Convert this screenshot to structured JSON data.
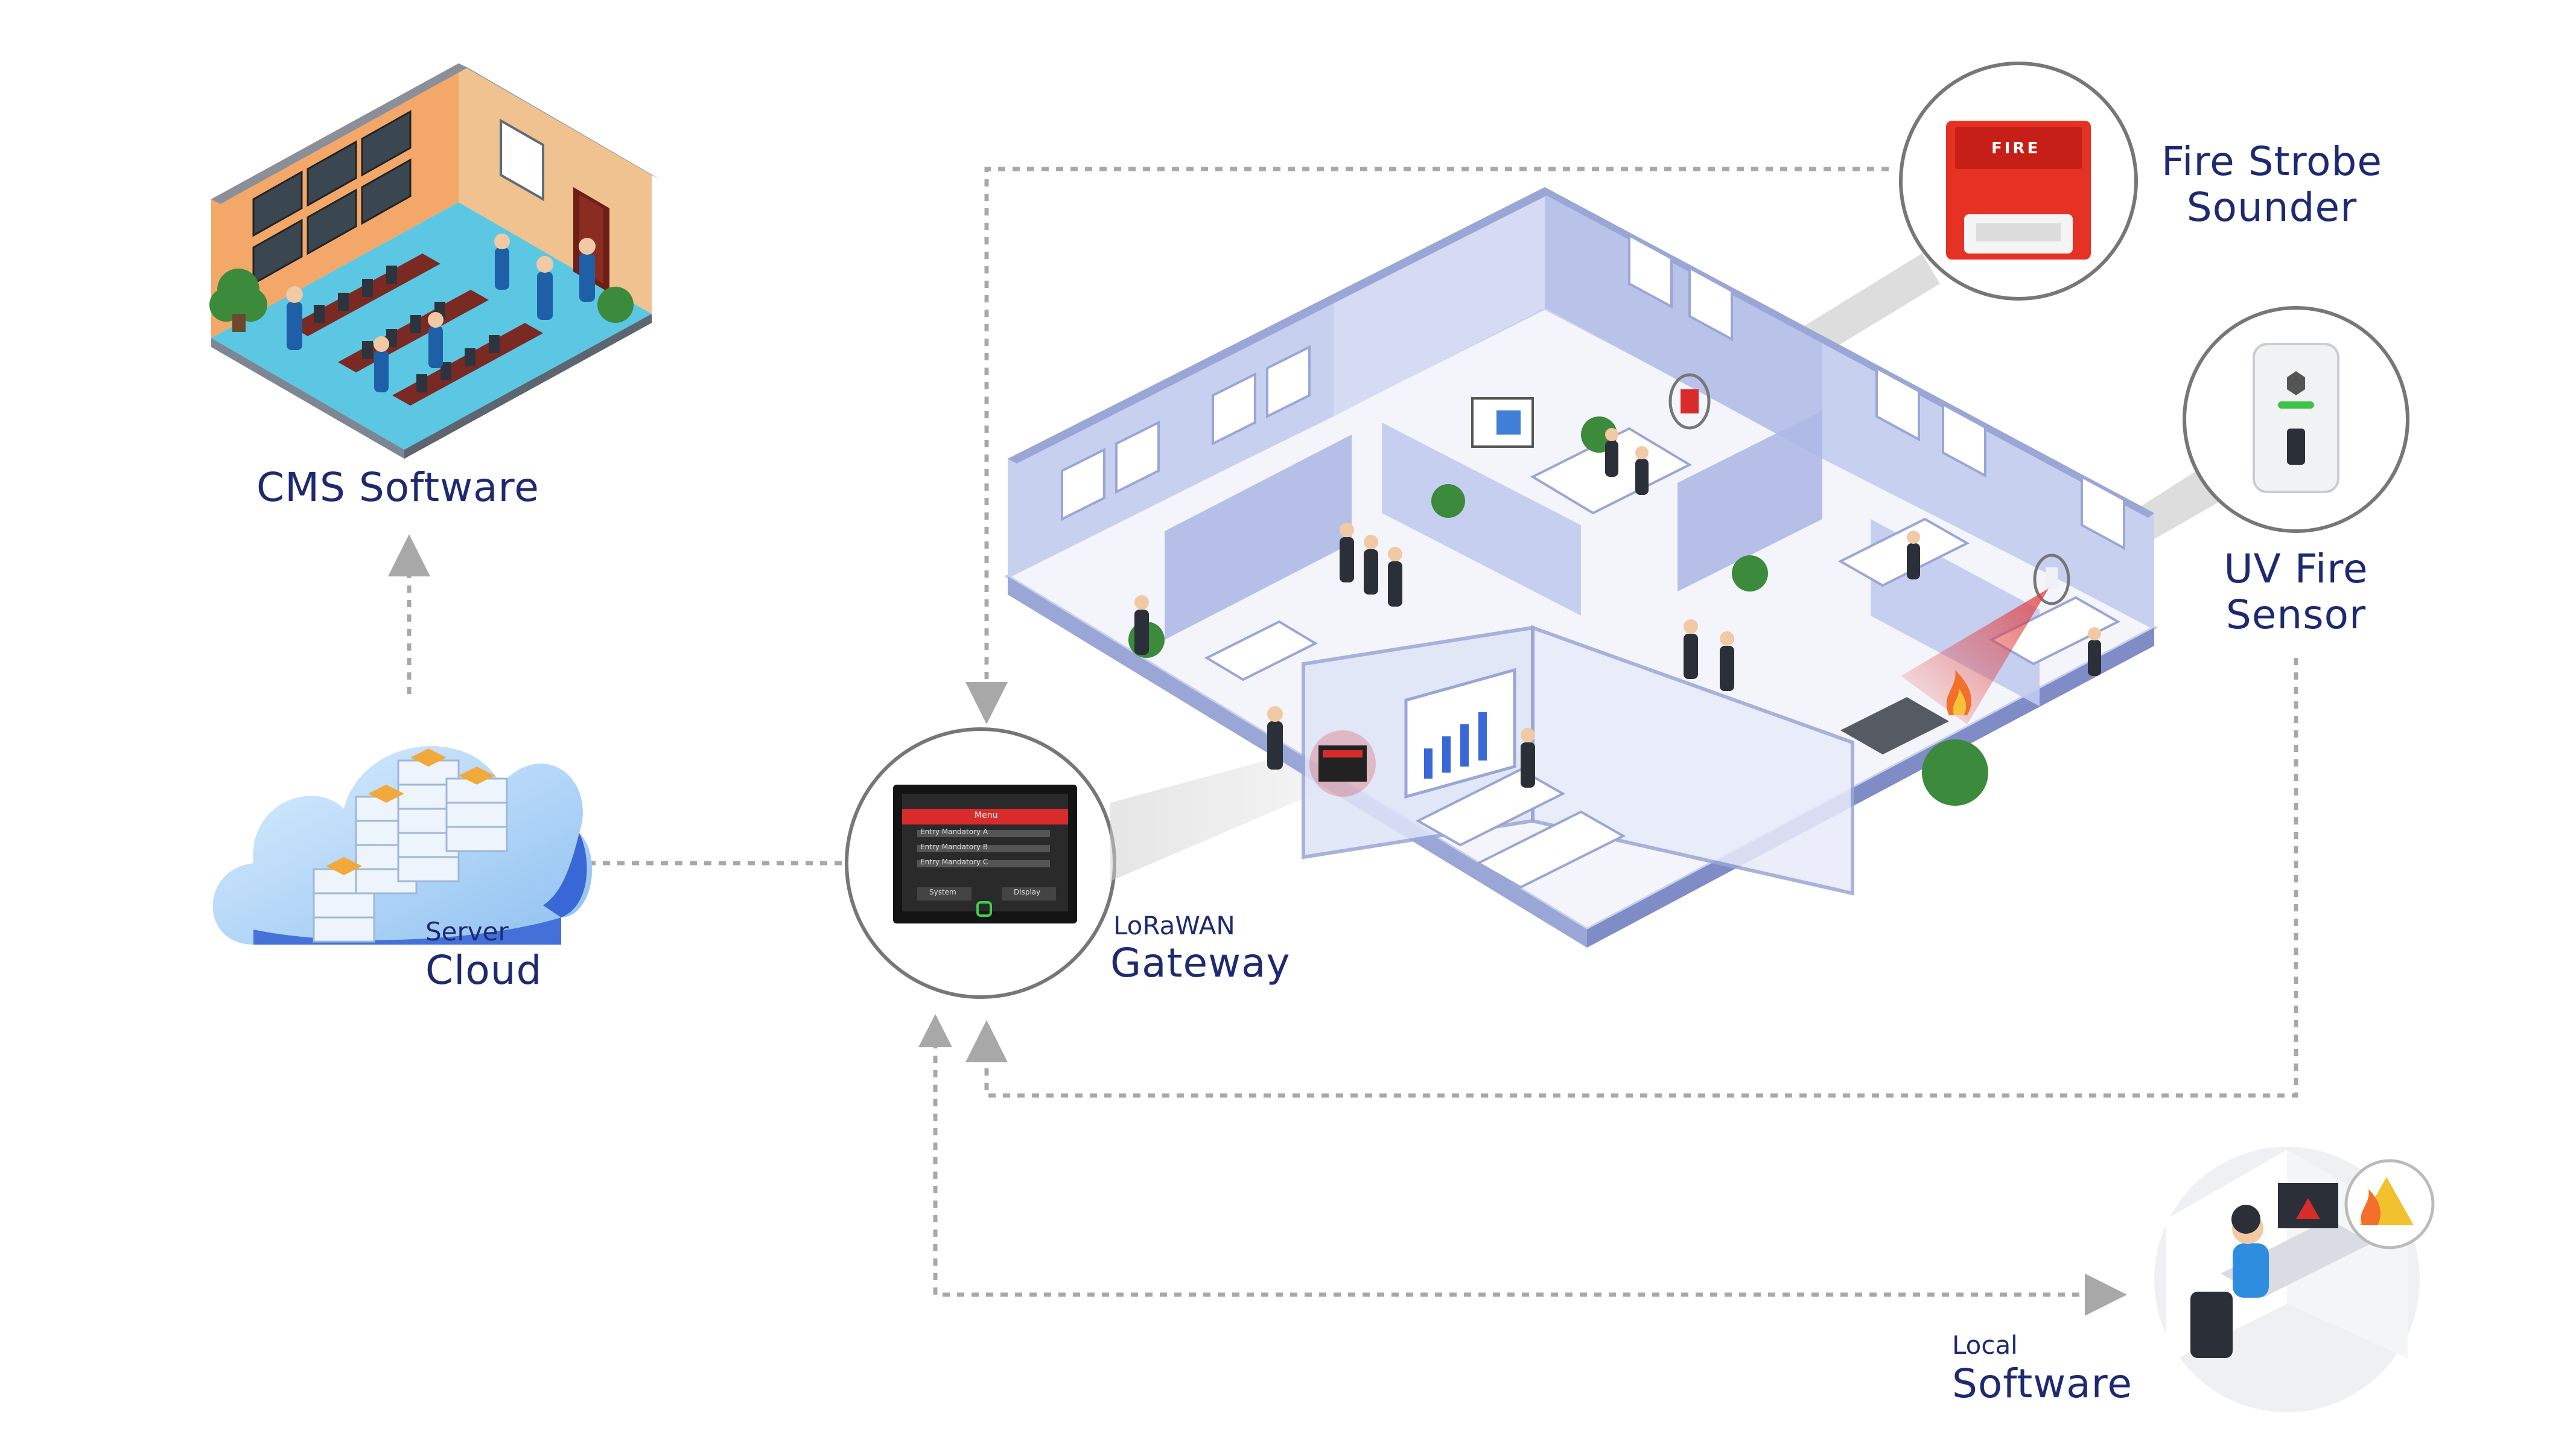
{
  "colors": {
    "label": "#1d2a72",
    "connector": "#a8a8a8",
    "wall": "#c7d0ef",
    "wall_dark": "#9aa6d6",
    "floor": "#f4f5fa",
    "alarm_red": "#d92b2b",
    "cloud_light": "#cfe6fb",
    "cloud_dark": "#3a67d6"
  },
  "nodes": {
    "cms": {
      "title": "CMS Software",
      "icon": "control-room-illustration"
    },
    "cloud": {
      "caption": "Server",
      "title": "Cloud",
      "icon": "cloud-server-icon"
    },
    "gateway": {
      "caption": "LoRaWAN",
      "title": "Gateway",
      "icon": "gateway-panel-icon",
      "screen": {
        "header": "Menu",
        "rows": [
          "Entry Mandatory A",
          "Entry Mandatory B",
          "Entry Mandatory C"
        ],
        "buttons": [
          "System",
          "Display"
        ]
      }
    },
    "strobe": {
      "title_line1": "Fire Strobe",
      "title_line2": "Sounder",
      "badge": "FIRE",
      "icon": "fire-strobe-sounder-icon"
    },
    "uv_sensor": {
      "title_line1": "UV Fire",
      "title_line2": "Sensor",
      "icon": "uv-fire-sensor-icon"
    },
    "local": {
      "caption": "Local",
      "title": "Software",
      "icon": "operator-workstation-illustration"
    },
    "building": {
      "icon": "isometric-office-floor-illustration"
    }
  }
}
